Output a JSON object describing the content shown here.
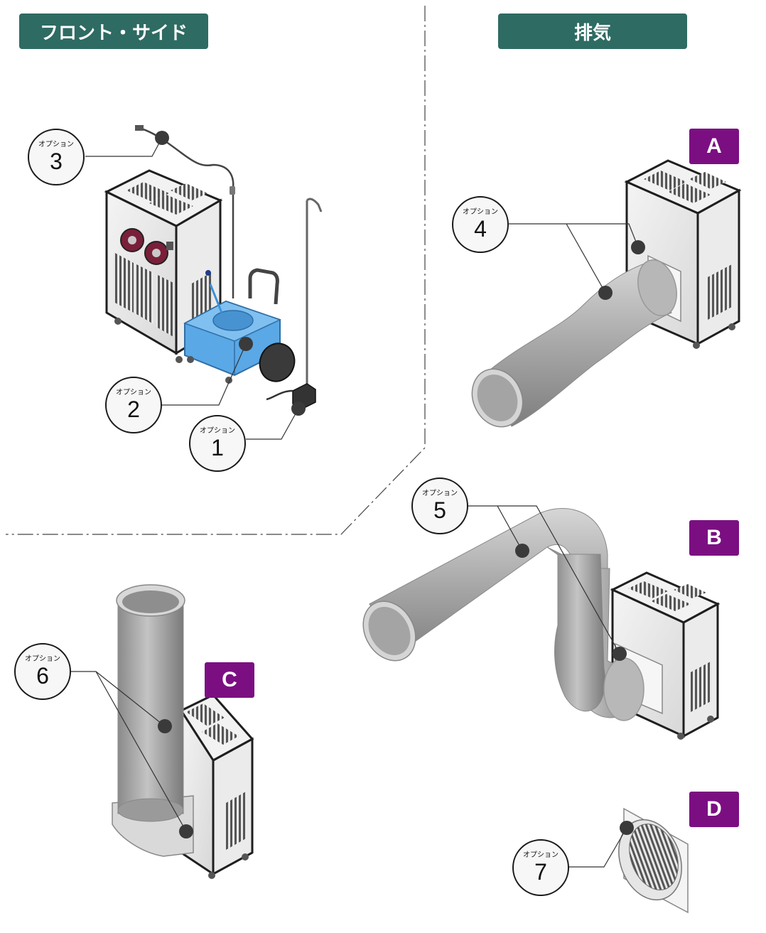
{
  "colors": {
    "header": "#2e6b63",
    "badge": "#7b0f82",
    "tank": "#5aa8e6",
    "duct": "#a9a9a9"
  },
  "headers": {
    "front_side": "フロント・サイド",
    "exhaust": "排気"
  },
  "badges": {
    "a": "A",
    "b": "B",
    "c": "C",
    "d": "D"
  },
  "callouts": [
    {
      "option": "オプション",
      "number": "1"
    },
    {
      "option": "オプション",
      "number": "2"
    },
    {
      "option": "オプション",
      "number": "3"
    },
    {
      "option": "オプション",
      "number": "4"
    },
    {
      "option": "オプション",
      "number": "5"
    },
    {
      "option": "オプション",
      "number": "6"
    },
    {
      "option": "オプション",
      "number": "7"
    }
  ]
}
